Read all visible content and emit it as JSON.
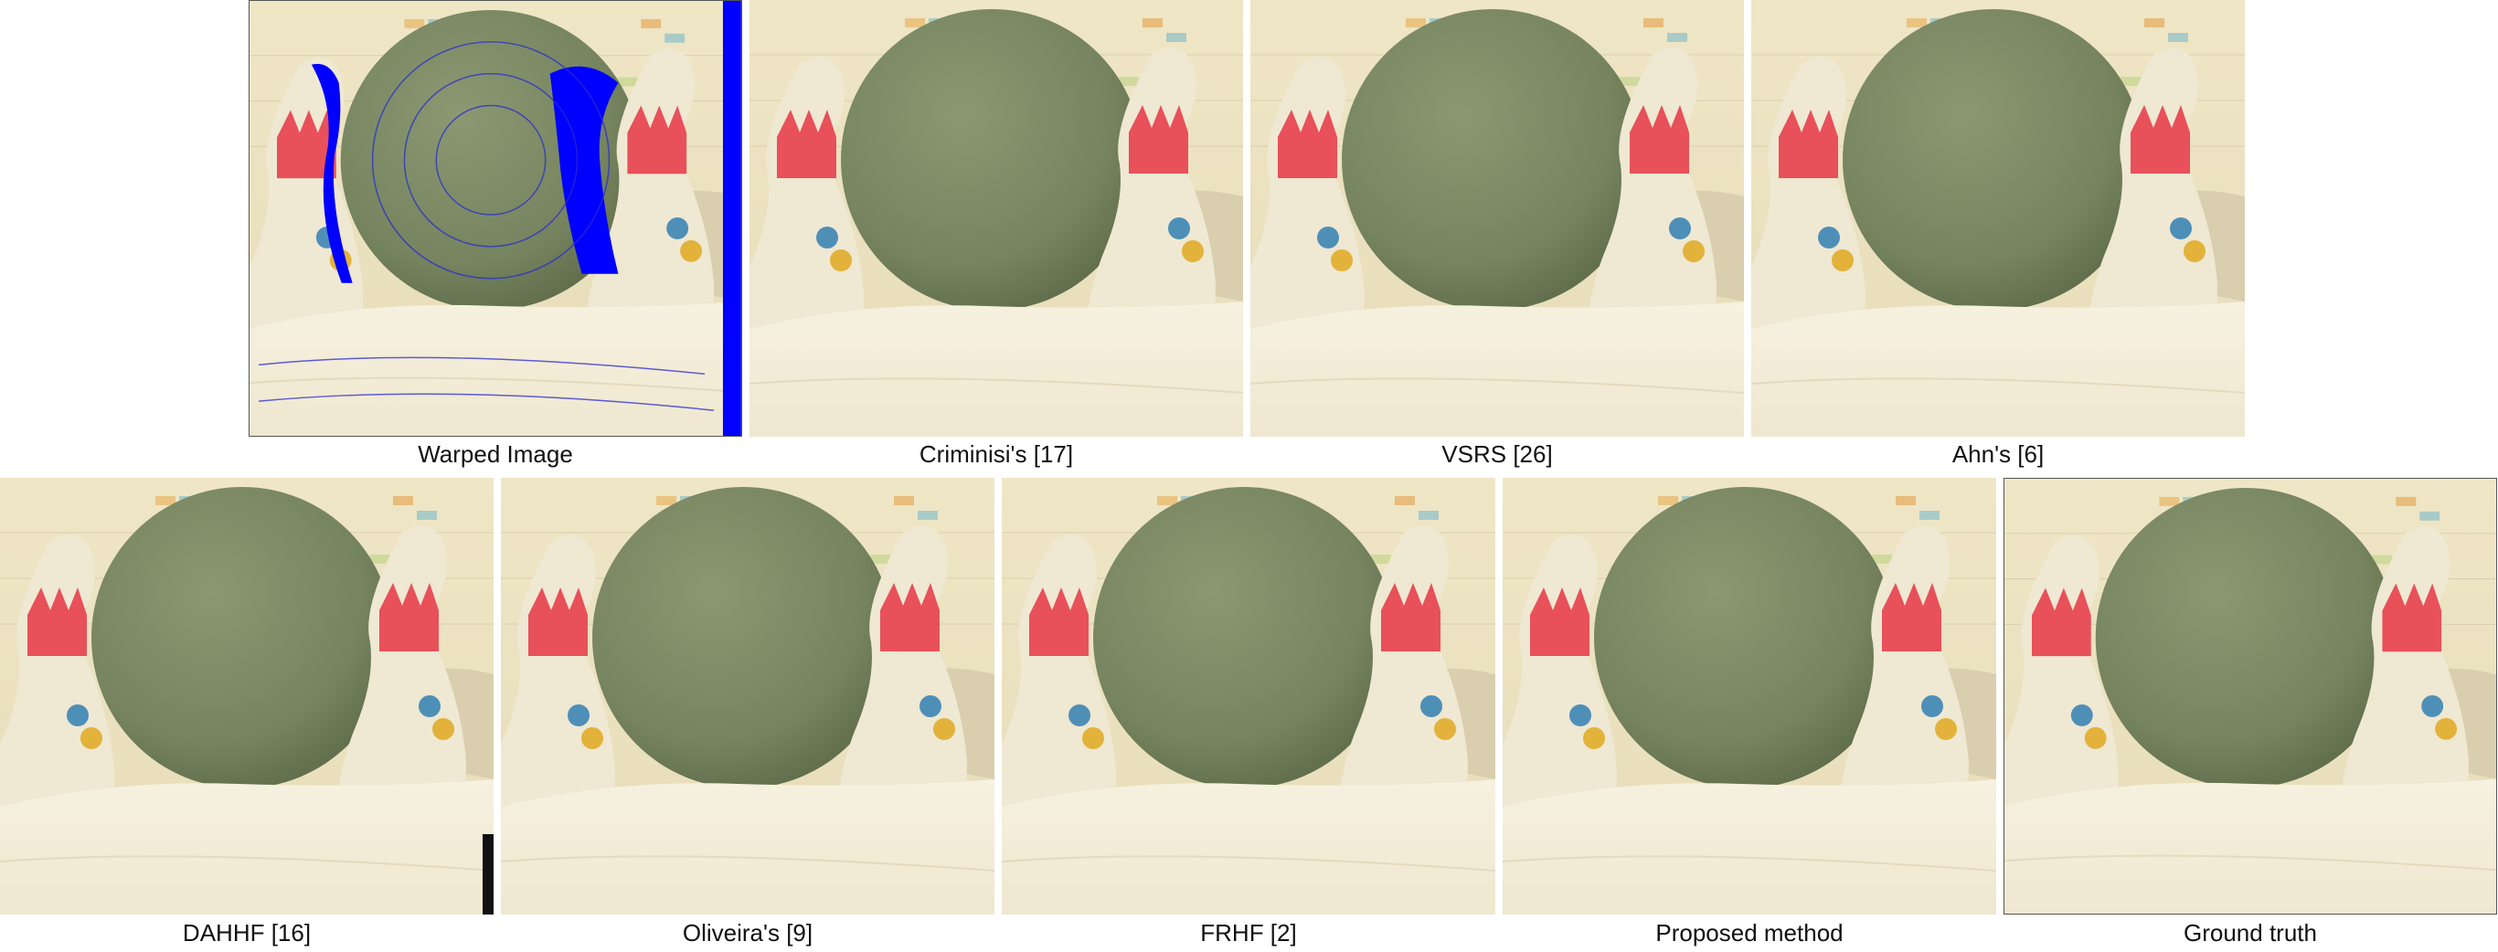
{
  "figure": {
    "panels": [
      {
        "caption": "Warped Image"
      },
      {
        "caption": "Criminisi's [17]"
      },
      {
        "caption": "VSRS [26]"
      },
      {
        "caption": "Ahn's [6]"
      },
      {
        "caption": "DAHHF [16]"
      },
      {
        "caption": "Oliveira's [9]"
      },
      {
        "caption": "FRHF [2]"
      },
      {
        "caption": "Proposed method"
      },
      {
        "caption": "Ground truth"
      }
    ],
    "colors": {
      "background": "#ece3c2",
      "ball": "#7d8a66",
      "pin": "#efe8d2",
      "stripe": "#e8505a",
      "cloth": "#f4eedc",
      "hole": "#0000ff"
    }
  }
}
